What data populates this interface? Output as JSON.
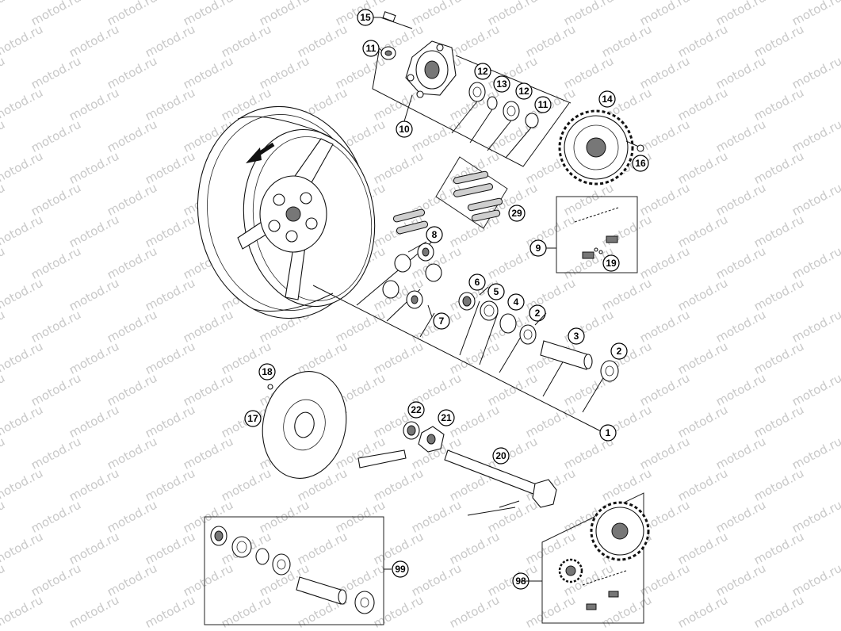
{
  "watermark": "motod.ru",
  "callouts": [
    "15",
    "11",
    "10",
    "12",
    "13",
    "12",
    "11",
    "14",
    "16",
    "29",
    "9",
    "19",
    "8",
    "6",
    "5",
    "4",
    "2",
    "3",
    "2",
    "1",
    "7",
    "18",
    "17",
    "22",
    "21",
    "20",
    "99",
    "98"
  ]
}
